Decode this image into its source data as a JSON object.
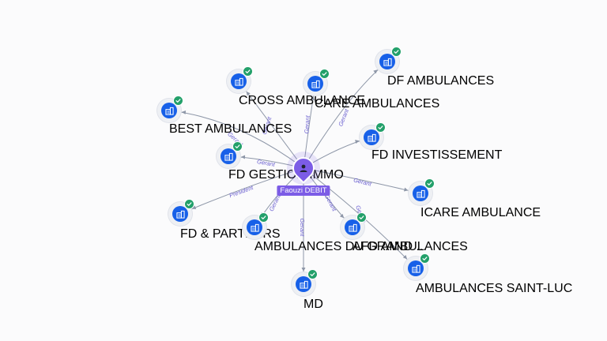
{
  "person": {
    "name": "Faouzi DEBIT",
    "icon": "user-icon",
    "color": "#7c5ce6"
  },
  "colors": {
    "company_icon": "#1760e8",
    "verified_badge": "#23a06a",
    "edge": "#8e97a8",
    "edge_label": "#6a5fd0"
  },
  "companies": [
    {
      "name": "CROSS AMBULANCES",
      "display": "CROSS AMBULANCE",
      "relation": "Gerant",
      "icon": "building-icon",
      "verified": true
    },
    {
      "name": "CARE AMBULANCES",
      "relation": "Gerant",
      "icon": "building-icon",
      "verified": true
    },
    {
      "name": "DF AMBULANCES",
      "relation": "Gerant",
      "icon": "building-icon",
      "verified": true
    },
    {
      "name": "BEST AMBULANCES",
      "relation": "Gerant",
      "icon": "building-icon",
      "verified": true
    },
    {
      "name": "FD INVESTISSEMENT",
      "relation": "",
      "icon": "building-icon",
      "verified": true
    },
    {
      "name": "FD GESTION IMMO",
      "relation": "Gerant",
      "icon": "building-icon",
      "verified": true
    },
    {
      "name": "ICARE AMBULANCE",
      "relation": "Gerant",
      "icon": "building-icon",
      "verified": true
    },
    {
      "name": "FD & PARTNERS",
      "relation": "President",
      "icon": "building-icon",
      "verified": true
    },
    {
      "name": "AMBULANCES DU GRAND ...",
      "relation": "Gerant",
      "icon": "building-icon",
      "verified": true
    },
    {
      "name": "AFD AMBULANCES",
      "relation": "Gerant",
      "icon": "building-icon",
      "verified": true
    },
    {
      "name": "AMBULANCES SAINT-LUC",
      "relation": "Gerant",
      "icon": "building-icon",
      "verified": true
    },
    {
      "name": "MD",
      "relation": "Gerant",
      "icon": "building-icon",
      "verified": true
    }
  ]
}
